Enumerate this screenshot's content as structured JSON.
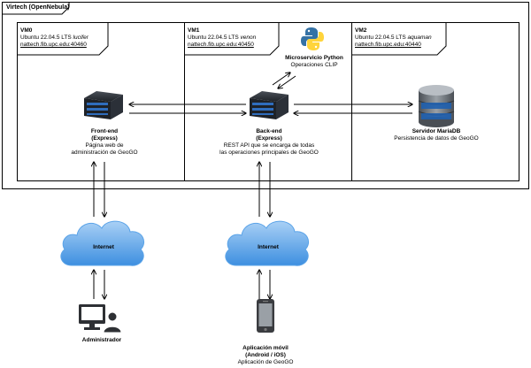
{
  "container": {
    "title": "Virtech (OpenNebula)"
  },
  "vms": [
    {
      "name": "VM0",
      "os": "Ubuntu 22.04.5 LTS",
      "host": "lucifer",
      "url": "nattech.fib.upc.edu:40460"
    },
    {
      "name": "VM1",
      "os": "Ubuntu 22.04.5 LTS",
      "host": "venon",
      "url": "nattech.fib.upc.edu:40450"
    },
    {
      "name": "VM2",
      "os": "Ubuntu 22.04.5 LTS",
      "host": "aquaman",
      "url": "nattech.fib.upc.edu:40440"
    }
  ],
  "nodes": {
    "frontend": {
      "title": "Front-end",
      "subtitle": "(Express)",
      "desc1": "Página web de",
      "desc2": "administración de GeoGO"
    },
    "backend": {
      "title": "Back-end",
      "subtitle": "(Express)",
      "desc1": "REST API que se encarga de todas",
      "desc2": "las operaciones principales de GeoGO"
    },
    "python": {
      "title": "Microservicio Python",
      "desc": "Operaciones CLIP"
    },
    "database": {
      "title": "Servidor MariaDB",
      "desc": "Persistencia de datos de GeoGO"
    },
    "internet_left": {
      "label": "Internet"
    },
    "internet_right": {
      "label": "Internet"
    },
    "admin": {
      "title": "Administrador"
    },
    "mobile": {
      "title": "Aplicación móvil",
      "subtitle": "(Android / iOS)",
      "desc": "Aplicación de GeoGO"
    }
  },
  "icons": {
    "server": "server-icon",
    "python": "python-logo-icon",
    "database": "database-icon",
    "cloud": "cloud-icon",
    "computer_user": "computer-user-icon",
    "smartphone": "smartphone-icon"
  },
  "colors": {
    "cloud_fill": "#5aa3e8",
    "cloud_light": "#a9d0f5",
    "server_dark": "#1e2228",
    "server_blue": "#2f6dbd",
    "db_gray": "#6c7177",
    "python_blue": "#3572a5",
    "python_yellow": "#ffd43b"
  }
}
